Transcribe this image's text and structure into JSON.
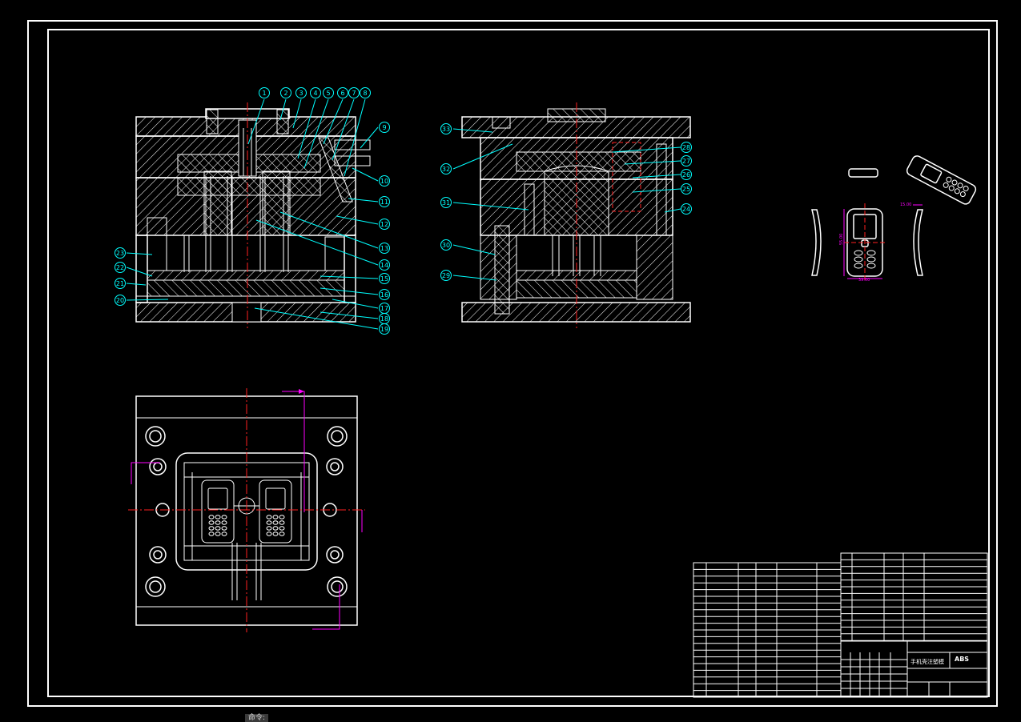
{
  "drawing": {
    "colors": {
      "background": "#000000",
      "lines": "#ffffff",
      "leaders": "#00ffff",
      "centerline": "#ff2020",
      "dimension": "#ff00ff"
    },
    "balloons": [
      "1",
      "2",
      "3",
      "4",
      "5",
      "6",
      "7",
      "8",
      "9",
      "10",
      "11",
      "12",
      "13",
      "14",
      "15",
      "16",
      "17",
      "18",
      "19",
      "20",
      "21",
      "22",
      "23"
    ],
    "side_view_balloons": [
      "33",
      "32",
      "31",
      "30",
      "29",
      "28",
      "27",
      "26",
      "25",
      "24"
    ],
    "part_dims": {
      "height": "55.00",
      "width": "39.00",
      "top": "15.00"
    }
  },
  "title_block": {
    "part_name": "手机壳注塑模",
    "material": "ABS"
  },
  "command_bar": {
    "label": "命令:"
  }
}
